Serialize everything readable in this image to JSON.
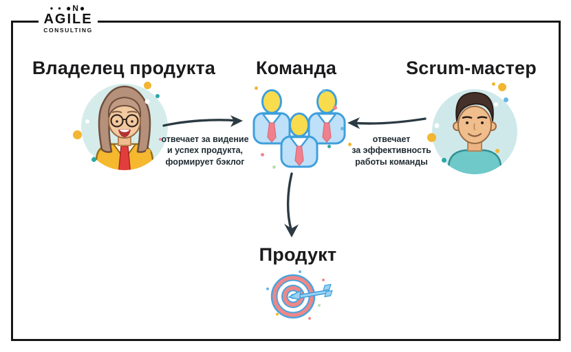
{
  "brand": {
    "mark": "• • ●N●",
    "name": "AGILE",
    "subtitle": "CONSULTING"
  },
  "diagram": {
    "product_owner": {
      "title": "Владелец продукта",
      "annotation": {
        "line1": "отвечает за видение",
        "line2": "и успех продукта,",
        "line3": "формирует бэклог"
      }
    },
    "team": {
      "title": "Команда"
    },
    "scrum_master": {
      "title": "Scrum-мастер",
      "annotation": {
        "line1": "отвечает",
        "line2": "за эффективность",
        "line3": "работы команды"
      }
    },
    "product": {
      "title": "Продукт"
    }
  },
  "icons": {
    "product_owner_icon": "woman-avatar",
    "team_icon": "three-people-group",
    "scrum_master_icon": "man-avatar",
    "product_icon": "target-with-arrow",
    "flow_arrows": [
      "arrow-po-to-team",
      "arrow-sm-to-team",
      "arrow-team-to-product"
    ]
  },
  "palette": {
    "frame": "#161616",
    "heading_text": "#1b1b1d",
    "annotation_text": "#1e2a31",
    "hand_arrow": "#2b3a43",
    "avatar_circle_bg": "#d5eceb",
    "accent_yellow": "#f2b632",
    "accent_teal": "#2aa8a8",
    "team_outline_blue": "#3f9fdc",
    "team_body_blue": "#bee0f8",
    "team_head_yellow": "#f9dc4d",
    "tie_pink": "#f0808d",
    "target_pink": "#ef8787",
    "target_arrow_blue": "#9bd2f2",
    "vest_yellow": "#f5b82e",
    "tie_red": "#e23d3d",
    "shirt_teal": "#6fc9c9"
  }
}
